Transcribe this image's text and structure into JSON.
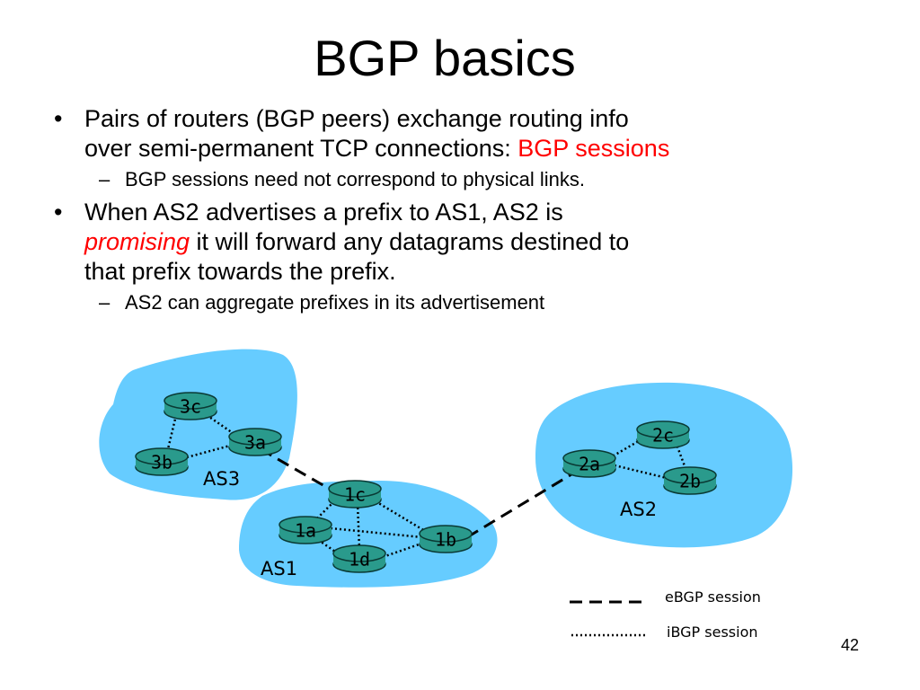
{
  "slide": {
    "title": "BGP basics",
    "page_number": "42"
  },
  "bullets": [
    {
      "line1": "Pairs of routers (BGP peers) exchange routing info",
      "line2_prefix": "over semi-permanent TCP connections: ",
      "line2_highlight": "BGP sessions",
      "sub": "BGP sessions need not correspond to physical links."
    },
    {
      "line1": "When AS2 advertises a prefix to AS1, AS2 is",
      "line2_highlight": "promising",
      "line2_suffix": " it will forward any datagrams destined to",
      "line3": "that prefix towards the prefix.",
      "sub": "AS2 can aggregate prefixes in its advertisement"
    }
  ],
  "diagram": {
    "colors": {
      "as_cloud": "#66ccff",
      "router_fill": "#2a9a8c",
      "router_stroke": "#0a3a34",
      "link": "#000000"
    },
    "as_labels": {
      "as1": "AS1",
      "as2": "AS2",
      "as3": "AS3"
    },
    "routers": {
      "r3c": "3c",
      "r3a": "3a",
      "r3b": "3b",
      "r1c": "1c",
      "r1a": "1a",
      "r1b": "1b",
      "r1d": "1d",
      "r2c": "2c",
      "r2a": "2a",
      "r2b": "2b"
    },
    "legend": {
      "ebgp": "eBGP session",
      "ibgp": "iBGP session"
    }
  }
}
